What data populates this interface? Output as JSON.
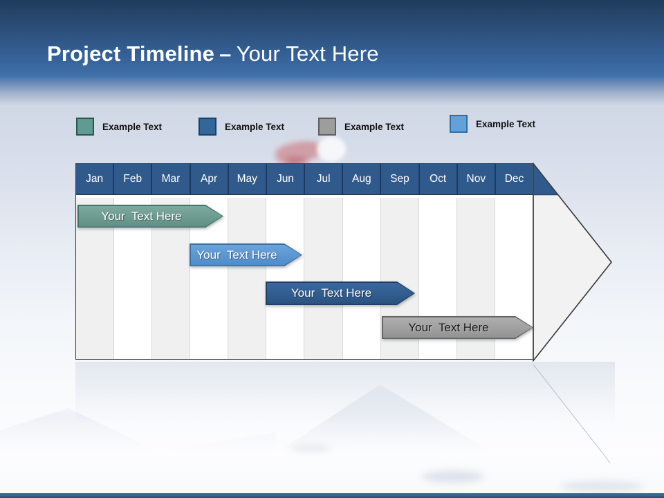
{
  "title": {
    "bold": "Project Timeline",
    "dash": "–",
    "light": "Your Text Here"
  },
  "legend": [
    {
      "label": "Example Text",
      "fill": "#5f9a93",
      "border": "#2e544e"
    },
    {
      "label": "Example Text",
      "fill": "#336699",
      "border": "#17406b"
    },
    {
      "label": "Example Text",
      "fill": "#9d9d9d",
      "border": "#5f5f5f"
    },
    {
      "label": "Example Text",
      "fill": "#64a1d8",
      "border": "#2f6da8"
    }
  ],
  "timeline": {
    "months": [
      "Jan",
      "Feb",
      "Mar",
      "Apr",
      "May",
      "Jun",
      "Jul",
      "Aug",
      "Sep",
      "Oct",
      "Nov",
      "Dec"
    ],
    "header_bg": "#315a8c",
    "header_text_color": "#ffffff",
    "alt_column_color": "#f0f0f0",
    "arrow_fill": "#f2f2f2",
    "arrow_border": "#3c3c3c",
    "bars": [
      {
        "label": "Your  Text Here",
        "months_span": "Jan–Mar",
        "fill_top": "#7da99d",
        "fill_bottom": "#618f85",
        "border": "#44736a",
        "text_color": "#ffffff",
        "text_shadow": "rgba(0,0,0,0.4)"
      },
      {
        "label": "Your  Text Here",
        "months_span": "Apr–Jun",
        "fill_top": "#6ba3db",
        "fill_bottom": "#4e8bc8",
        "border": "#3d6e9e",
        "text_color": "#ffffff",
        "text_shadow": "rgba(0,0,0,0.4)"
      },
      {
        "label": "Your  Text Here",
        "months_span": "Jun–Sep",
        "fill_top": "#39689f",
        "fill_bottom": "#2a527f",
        "border": "#1d3d63",
        "text_color": "#ffffff",
        "text_shadow": "rgba(0,0,0,0.45)"
      },
      {
        "label": "Your  Text Here",
        "months_span": "Sep–Dec",
        "fill_top": "#aeaeae",
        "fill_bottom": "#929292",
        "border": "#646464",
        "text_color": "#1a1a1a",
        "text_shadow": "rgba(255,255,255,0.35)"
      }
    ]
  },
  "colors": {
    "band_top": "#1e3b5d",
    "band_low": "#4170a9",
    "footer": "#2a4c74"
  }
}
